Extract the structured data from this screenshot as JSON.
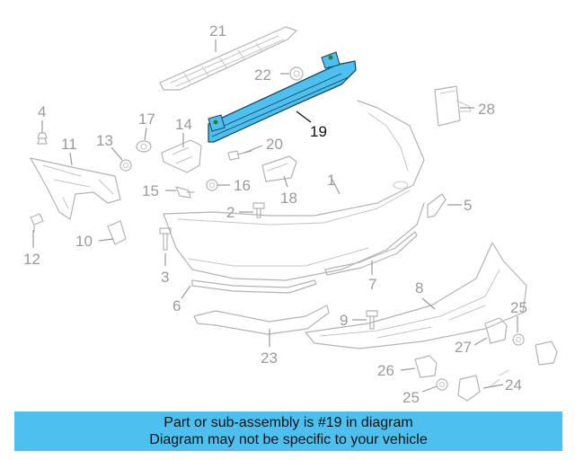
{
  "diagram": {
    "highlight_part": "19",
    "highlight_color": "#4dc0f0",
    "callouts": [
      "21",
      "22",
      "28",
      "19",
      "4",
      "17",
      "14",
      "13",
      "11",
      "20",
      "16",
      "15",
      "18",
      "1",
      "5",
      "2",
      "12",
      "10",
      "3",
      "7",
      "6",
      "8",
      "9",
      "25",
      "27",
      "23",
      "26",
      "24",
      "25"
    ]
  },
  "banner": {
    "line1": "Part or sub-assembly is #19 in diagram",
    "line2": "Diagram may not be specific to your vehicle",
    "background": "#4dc0f0"
  }
}
